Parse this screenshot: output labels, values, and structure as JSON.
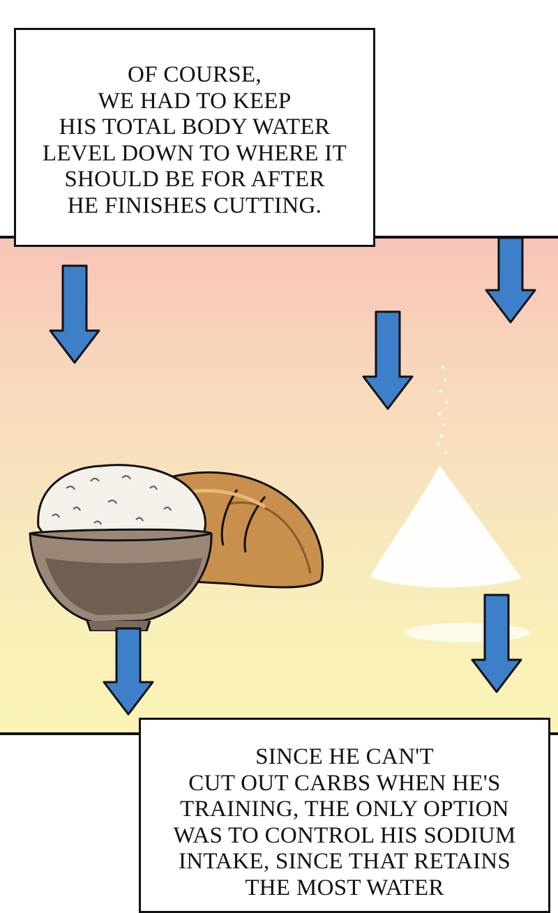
{
  "captions": {
    "top": {
      "lines": [
        "OF COURSE,",
        "WE HAD TO KEEP",
        "HIS TOTAL BODY WATER",
        "LEVEL DOWN TO WHERE IT",
        "SHOULD BE FOR AFTER",
        "HE FINISHES CUTTING."
      ]
    },
    "bottom": {
      "lines": [
        "SINCE HE CAN'T",
        "CUT OUT CARBS WHEN HE'S",
        "TRAINING, THE ONLY OPTION",
        "WAS TO CONTROL HIS SODIUM",
        "INTAKE, SINCE THAT RETAINS",
        "THE MOST WATER"
      ]
    }
  },
  "colors": {
    "arrow": "#3d7fc9",
    "outline": "#111111",
    "panel_top": "#f8c4b8",
    "panel_bottom": "#fbf4b6"
  },
  "icons": [
    "down-arrow-icon",
    "rice-bowl-illustration",
    "bread-loaf-illustration",
    "salt-pile-illustration"
  ]
}
